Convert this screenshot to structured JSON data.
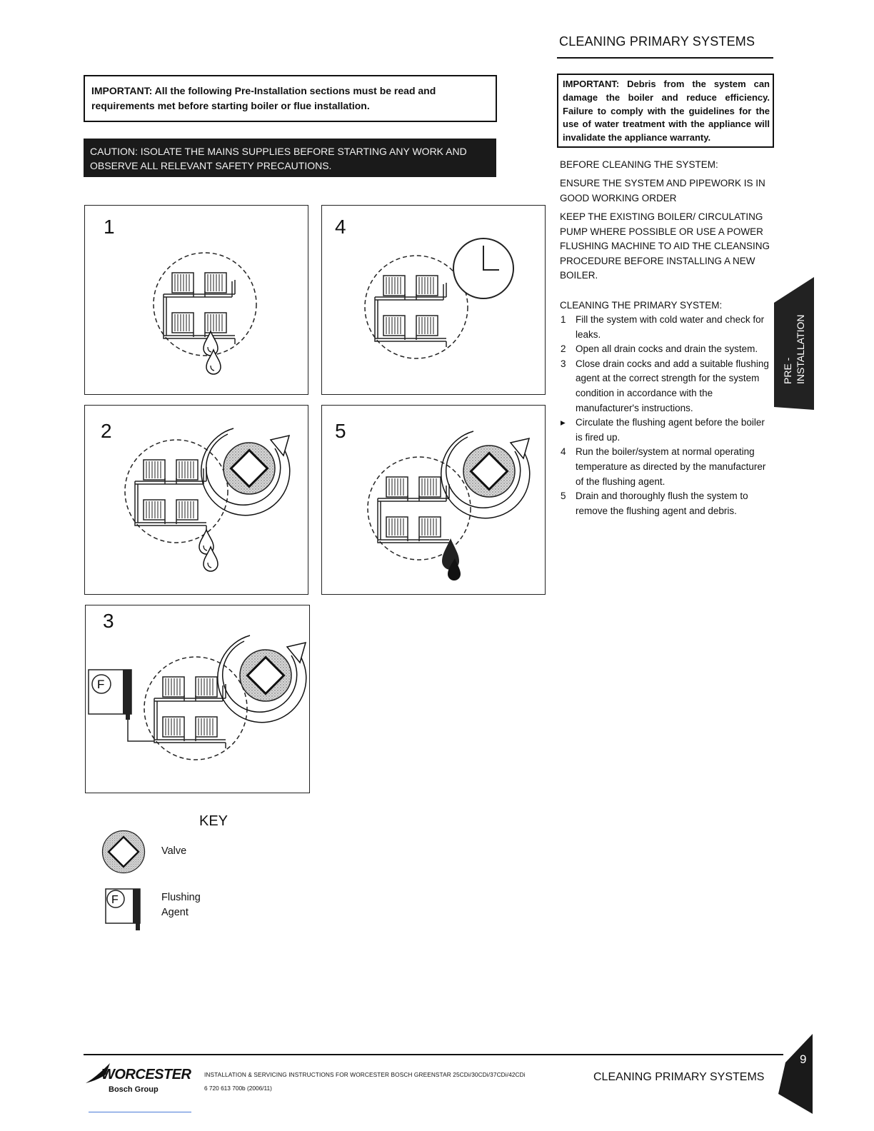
{
  "header": {
    "section_title": "CLEANING PRIMARY SYSTEMS"
  },
  "notices": {
    "important_left": "IMPORTANT: All the following Pre-Installation sections must be read and requirements met before starting boiler or flue installation.",
    "caution": "CAUTION: ISOLATE THE MAINS SUPPLIES BEFORE STARTING ANY WORK AND OBSERVE ALL RELEVANT SAFETY PRECAUTIONS.",
    "important_right": "IMPORTANT: Debris from the system can damage the boiler and reduce efficiency. Failure to comply with the guidelines for the use of water treatment with the appliance will invalidate the appliance warranty."
  },
  "before_cleaning": {
    "heading": "BEFORE CLEANING THE SYSTEM:",
    "para1": "ENSURE THE SYSTEM AND PIPEWORK IS IN GOOD WORKING ORDER",
    "para2": "KEEP THE EXISTING BOILER/ CIRCULATING PUMP WHERE POSSIBLE OR USE A POWER FLUSHING MACHINE TO AID THE CLEANSING PROCEDURE BEFORE INSTALLING A NEW BOILER."
  },
  "cleaning": {
    "heading": "CLEANING THE PRIMARY SYSTEM:",
    "steps": [
      {
        "num": "1",
        "text": "Fill the system with cold water and check for leaks."
      },
      {
        "num": "2",
        "text": "Open all drain cocks and drain the system."
      },
      {
        "num": "3",
        "text": "Close drain cocks and add a suitable flushing agent at the correct strength for the system condition in accordance with the manufacturer's instructions."
      },
      {
        "num": "▸",
        "text": "Circulate the flushing agent before the boiler is fired up."
      },
      {
        "num": "4",
        "text": "Run the boiler/system at normal operating temperature as directed by the manufacturer of the flushing agent."
      },
      {
        "num": "5",
        "text": "Drain and thoroughly flush the system to remove the flushing agent and debris."
      }
    ]
  },
  "side_tab": {
    "line1": "PRE -",
    "line2": "INSTALLATION"
  },
  "figures": {
    "panel1": "1",
    "panel2": "2",
    "panel3": "3",
    "panel4": "4",
    "panel5": "5",
    "flushing_agent_letter": "F"
  },
  "key": {
    "title": "KEY",
    "valve_label": "Valve",
    "flushing_agent_label": "Flushing Agent",
    "flushing_agent_letter": "F"
  },
  "footer": {
    "brand": "WORCESTER",
    "brand_group": "Bosch Group",
    "document": "INSTALLATION & SERVICING INSTRUCTIONS FOR WORCESTER BOSCH GREENSTAR 25CDi/30CDi/37CDi/42CDi",
    "code": "6 720 613 700b (2006/11)",
    "section": "CLEANING PRIMARY SYSTEMS",
    "page_number": "9"
  }
}
